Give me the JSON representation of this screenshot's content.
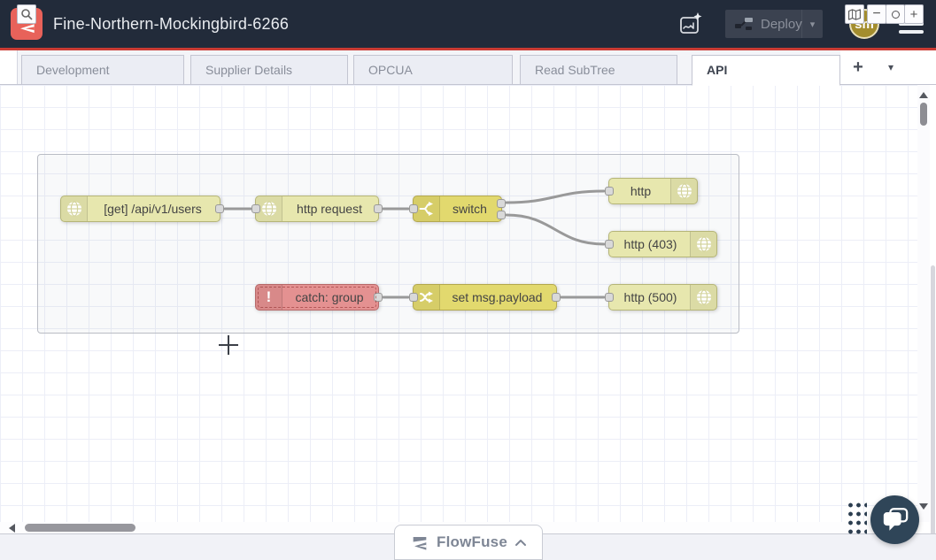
{
  "colors": {
    "header_bg": "#222b3a",
    "accent_red": "#ca3b33",
    "logo_red": "#e8625a",
    "node_http_yellow": "#e7e7ae",
    "node_switch_yellow": "#e2d96e",
    "node_catch_red": "#e49191",
    "avatar_gold": "#a38d2e",
    "chat_navy": "#2f4558",
    "wire_gray": "#999999"
  },
  "header": {
    "title": "Fine-Northern-Mockingbird-6266",
    "deploy": {
      "label": "Deploy",
      "caret": "▾"
    },
    "avatar": {
      "initials": "sm"
    }
  },
  "tab_bar": {
    "tabs": [
      {
        "label": "Development",
        "active": false
      },
      {
        "label": "Supplier Details",
        "active": false
      },
      {
        "label": "OPCUA",
        "active": false
      },
      {
        "label": "Read SubTree",
        "active": false
      },
      {
        "label": "API",
        "active": true
      }
    ],
    "add_label": "+",
    "menu_caret": "▾"
  },
  "flow": {
    "nodes": [
      {
        "label": "[get] /api/v1/users",
        "type": "http in",
        "icon": "globe-icon"
      },
      {
        "label": "http request",
        "type": "http request",
        "icon": "globe-icon"
      },
      {
        "label": "switch",
        "type": "switch",
        "icon": "switch-icon"
      },
      {
        "label": "http",
        "type": "http response",
        "icon": "globe-icon"
      },
      {
        "label": "http (403)",
        "type": "http response",
        "icon": "globe-icon"
      },
      {
        "label": "catch: group",
        "type": "catch",
        "icon": "exclamation-icon",
        "icon_glyph": "!"
      },
      {
        "label": "set msg.payload",
        "type": "change",
        "icon": "change-icon"
      },
      {
        "label": "http (500)",
        "type": "http response",
        "icon": "globe-icon"
      }
    ],
    "wire_count": 6,
    "group_count": 1
  },
  "footer": {
    "brand": "FlowFuse",
    "zoom_out": "−",
    "zoom_reset": "○",
    "zoom_in": "+"
  }
}
